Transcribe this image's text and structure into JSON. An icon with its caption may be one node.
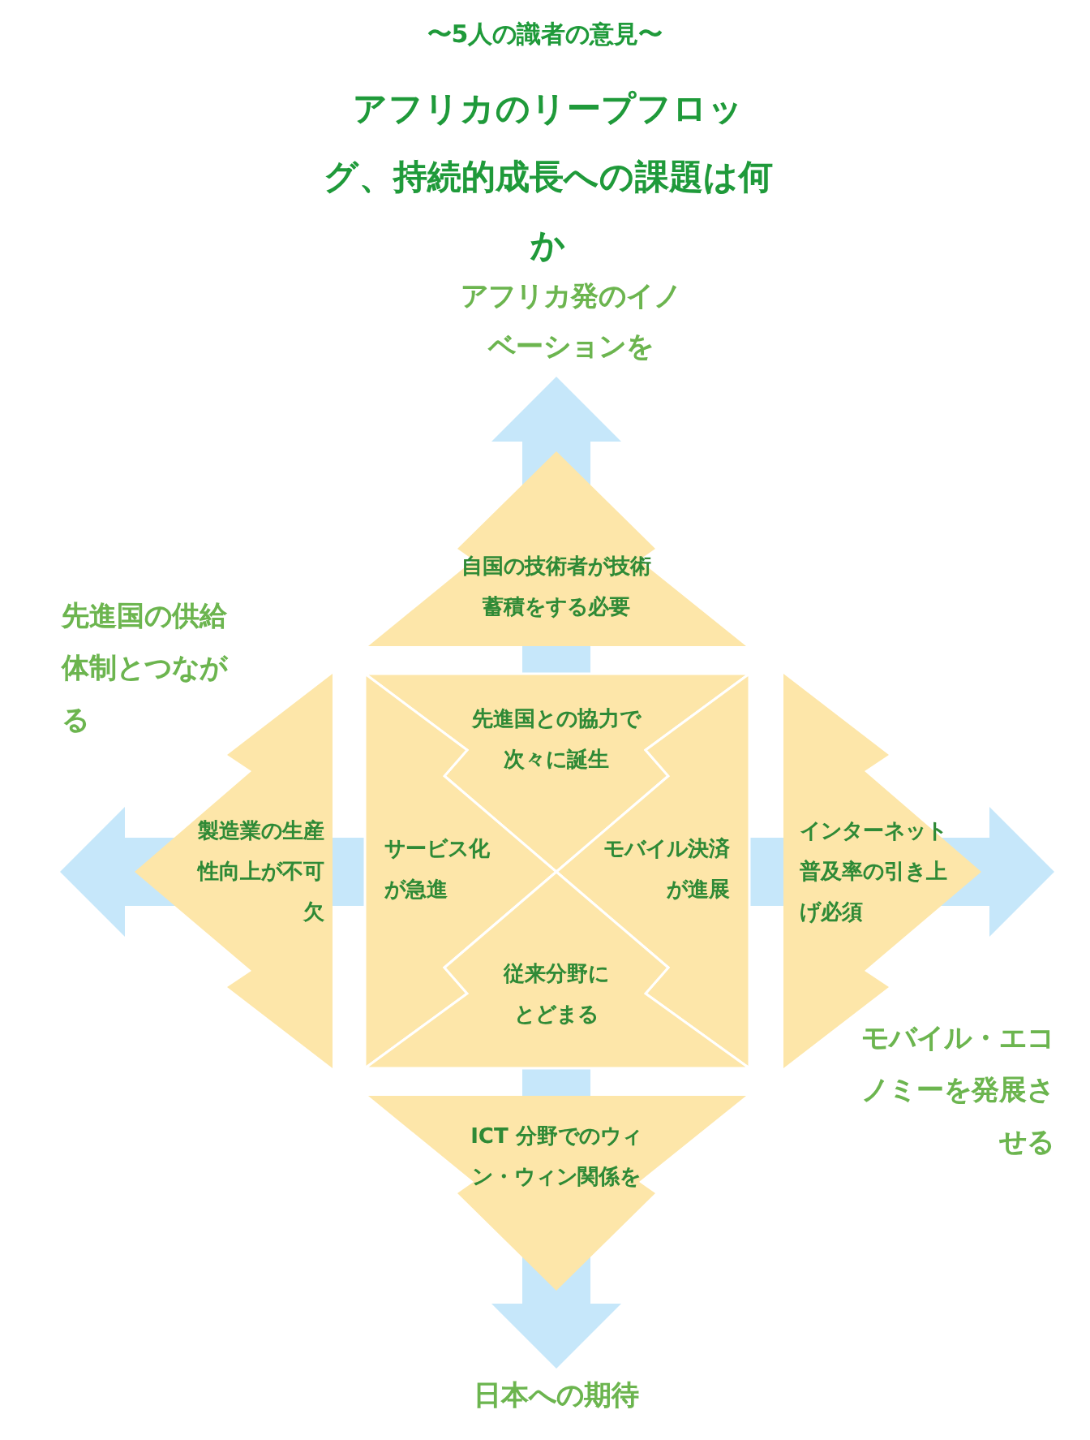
{
  "diagram": {
    "title": "アフリカのリープフロッグ、持続的成長への課題は何か",
    "nodes": [
      {
        "text": [
          "自国の技術者が技術蓄積をする必要"
        ]
      },
      {
        "text": [
          "製造業の生産性向上が不可欠"
        ]
      },
      {
        "text": [
          "先進国との協力で次々に誕生"
        ]
      },
      {
        "text": [
          "サービス化が急進"
        ]
      },
      {
        "text": [
          "モバイル決済が進展"
        ]
      },
      {
        "text": [
          "従来分野にとどまる"
        ]
      },
      {
        "text": [
          "インターネット普及率の引き上げ必須"
        ]
      },
      {
        "text": [
          "ICT 分野でのウィン・ウィン関係を"
        ]
      }
    ],
    "edges": [
      {
        "from": 2,
        "to": 0,
        "arrow": "to"
      },
      {
        "from": 3,
        "to": 1,
        "arrow": "to"
      },
      {
        "from": 4,
        "to": 6,
        "arrow": "to"
      },
      {
        "from": 5,
        "to": 7,
        "arrow": "to"
      }
    ],
    "labels": [
      "〜5人の識者の意見〜",
      "アフリカ発のイノベーションを",
      "先進国の供給体制とつながる",
      "モバイル・エコノミーを発展させる",
      "日本への期待"
    ]
  }
}
